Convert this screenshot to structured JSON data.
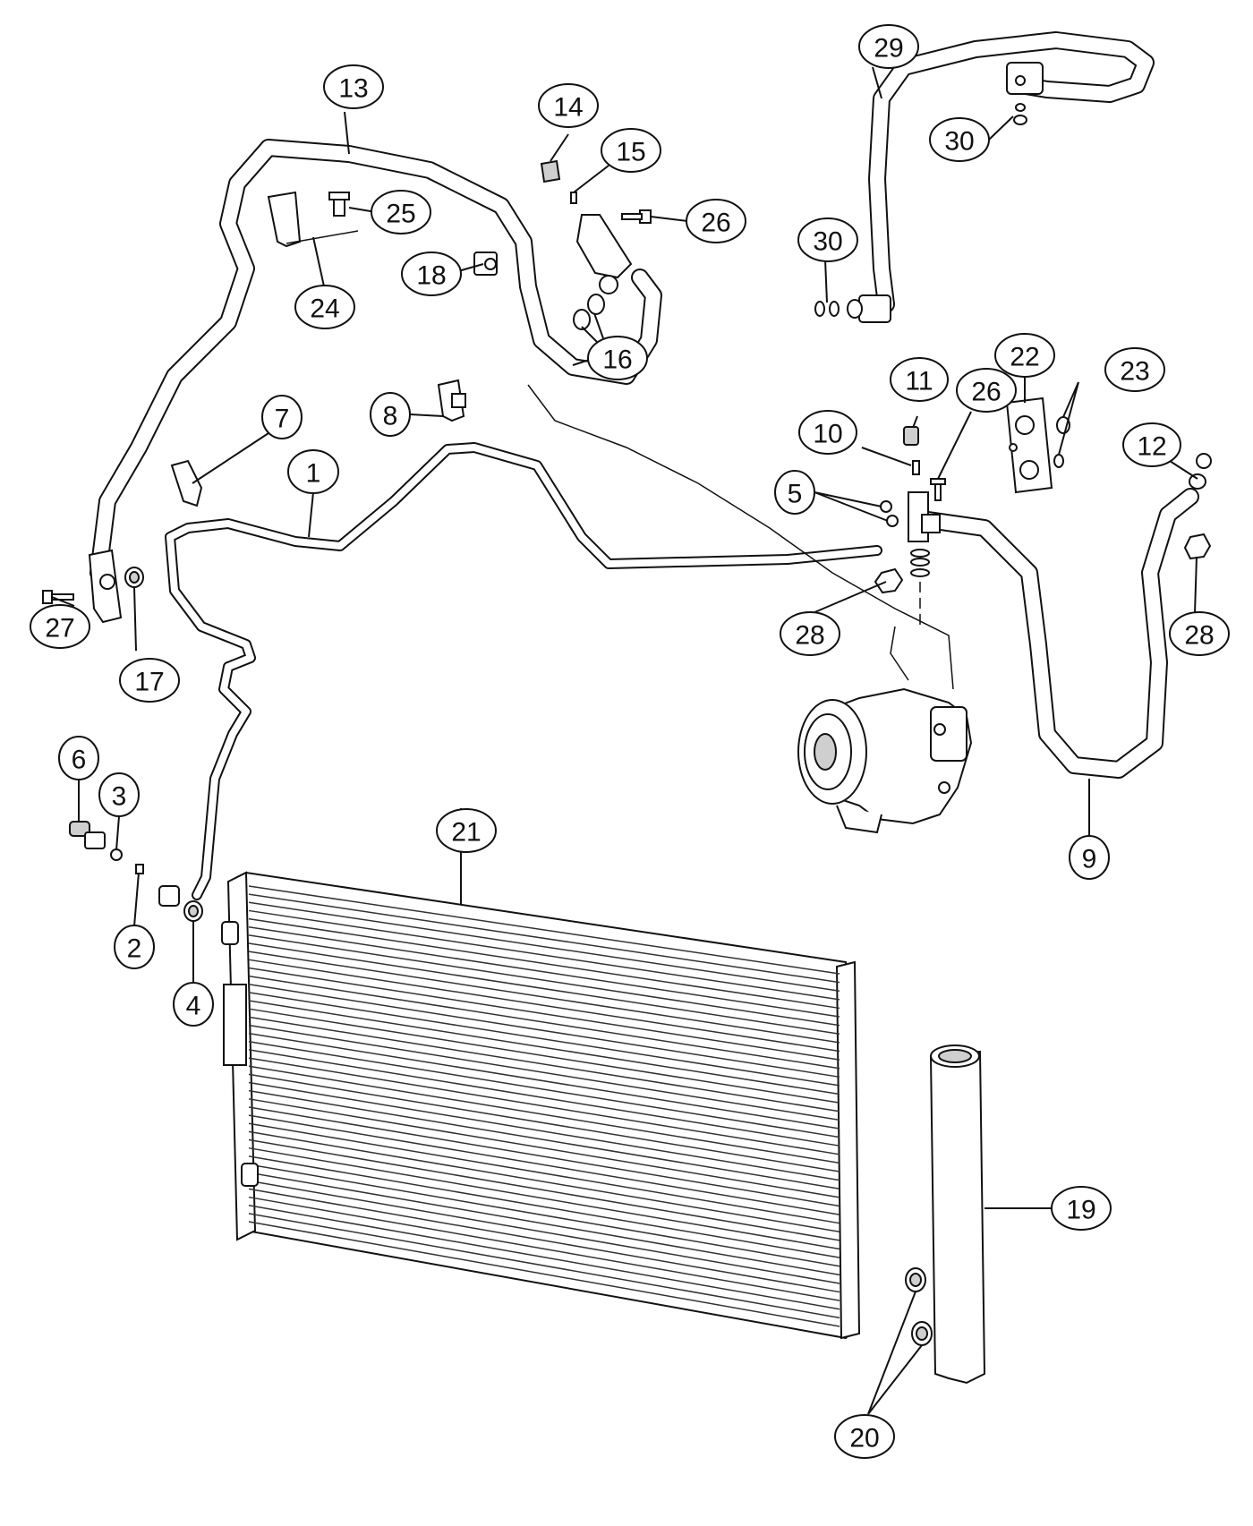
{
  "callouts": [
    {
      "label": "1"
    },
    {
      "label": "2"
    },
    {
      "label": "3"
    },
    {
      "label": "4"
    },
    {
      "label": "5"
    },
    {
      "label": "6"
    },
    {
      "label": "7"
    },
    {
      "label": "8"
    },
    {
      "label": "9"
    },
    {
      "label": "10"
    },
    {
      "label": "11"
    },
    {
      "label": "12"
    },
    {
      "label": "13"
    },
    {
      "label": "14"
    },
    {
      "label": "15"
    },
    {
      "label": "16"
    },
    {
      "label": "17"
    },
    {
      "label": "18"
    },
    {
      "label": "19"
    },
    {
      "label": "20"
    },
    {
      "label": "21"
    },
    {
      "label": "22"
    },
    {
      "label": "23"
    },
    {
      "label": "24"
    },
    {
      "label": "25"
    },
    {
      "label": "26"
    },
    {
      "label": "26"
    },
    {
      "label": "27"
    },
    {
      "label": "28"
    },
    {
      "label": "28"
    },
    {
      "label": "29"
    },
    {
      "label": "30"
    },
    {
      "label": "30"
    }
  ]
}
